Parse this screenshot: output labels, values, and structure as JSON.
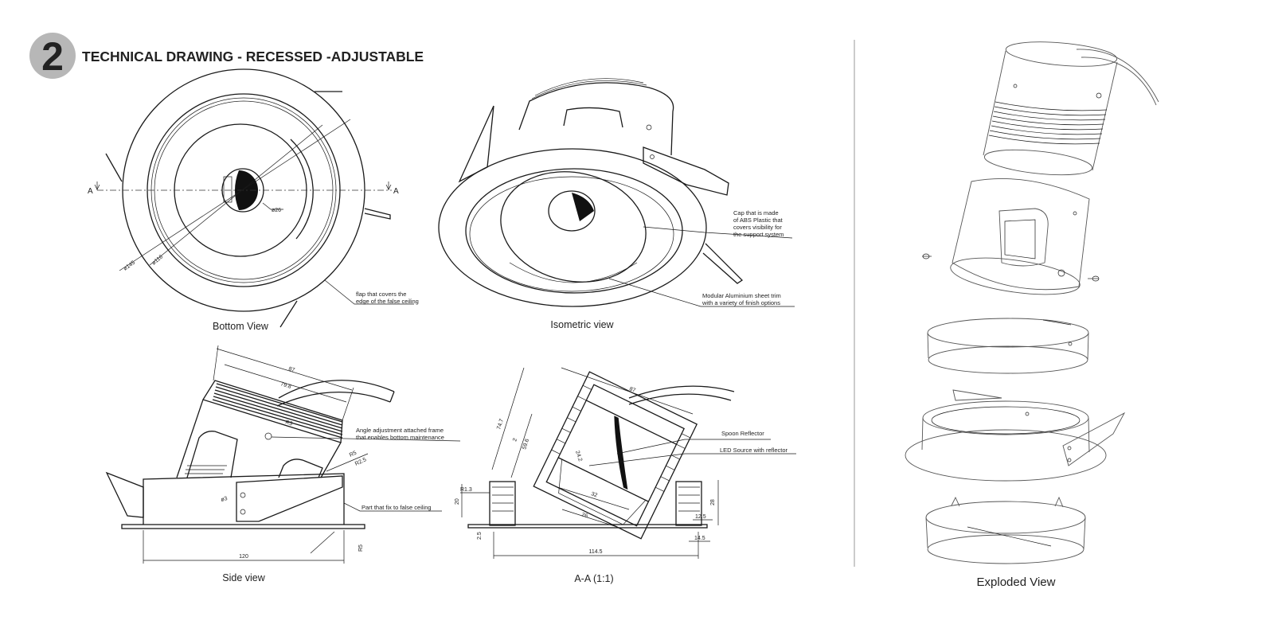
{
  "header": {
    "step_number": "2",
    "title": "TECHNICAL DRAWING - RECESSED -ADJUSTABLE"
  },
  "views": {
    "bottom": {
      "caption": "Bottom View",
      "section_label_left": "A",
      "section_label_right": "A",
      "dim_outer": "ø145",
      "dim_inner": "ø116",
      "dim_hole": "ø26",
      "note_flap_line1": "flap that covers the",
      "note_flap_line2": "edge of the false ceiling"
    },
    "isometric": {
      "caption": "Isometric view",
      "note_cap_line1": "Cap that is made",
      "note_cap_line2": "of ABS Plastic that",
      "note_cap_line3": "covers visibility for",
      "note_cap_line4": "the support system",
      "note_trim_line1": "Modular Aluminium sheet trim",
      "note_trim_line2": "with a variety of finish options"
    },
    "side": {
      "caption": "Side view",
      "dim_87": "87",
      "dim_79_8": "79.8",
      "dim_r3": "R3",
      "dim_r5": "R5",
      "dim_r2_5": "R2.5",
      "dim_o3": "ø3",
      "dim_120": "120",
      "dim_r5_bottom": "R5",
      "note_frame_line1": "Angle adjustment attached frame",
      "note_frame_line2": "that enables bottom maintenance",
      "note_fix": "Part that fix to false ceiling"
    },
    "section": {
      "caption": "A-A (1:1)",
      "dim_87": "87",
      "dim_74_7": "74.7",
      "dim_59_6": "59.6",
      "dim_2": "2",
      "dim_24_2": "24.2",
      "dim_32": "32",
      "dim_26": "26",
      "dim_r1_3": "R1.3",
      "dim_20": "20",
      "dim_2_5": "2.5",
      "dim_114_5": "114.5",
      "dim_28": "28",
      "dim_12_5": "12.5",
      "dim_14_5": "14.5",
      "note_spoon": "Spoon Reflector",
      "note_led": "LED Source with reflector"
    },
    "exploded": {
      "caption": "Exploded View"
    }
  }
}
